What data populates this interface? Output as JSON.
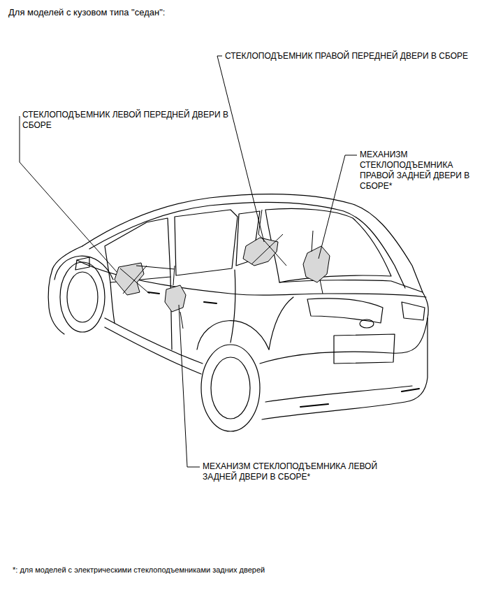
{
  "diagram": {
    "title": "Для моделей с кузовом типа \"седан\":",
    "labels": [
      "СТЕКЛОПОДЪЕМНИК ПРАВОЙ ПЕРЕДНЕЙ ДВЕРИ В СБОРЕ",
      "СТЕКЛОПОДЪЕМНИК ЛЕВОЙ ПЕРЕДНЕЙ ДВЕРИ В СБОРЕ",
      "МЕХАНИЗМ СТЕКЛОПОДЪЕМНИКА ПРАВОЙ ЗАДНЕЙ ДВЕРИ В СБОРЕ*",
      "МЕХАНИЗМ СТЕКЛОПОДЪЕМНИКА ЛЕВОЙ ЗАДНЕЙ ДВЕРИ В СБОРЕ*"
    ],
    "caption": "*: для моделей с электрическими стеклоподъемниками задних дверей"
  }
}
